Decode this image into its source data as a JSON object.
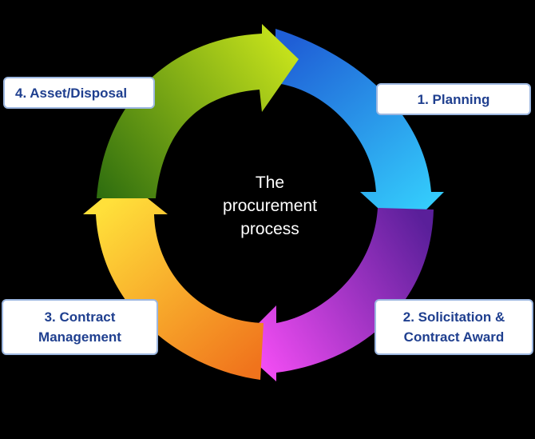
{
  "center": {
    "line1": "The",
    "line2": "procurement",
    "line3": "process"
  },
  "steps": [
    {
      "label": "1. Planning"
    },
    {
      "label_line1": "2. Solicitation &",
      "label_line2": "Contract Award"
    },
    {
      "label_line1": "3. Contract",
      "label_line2": "Management"
    },
    {
      "label": "4. Asset/Disposal"
    }
  ],
  "colors": {
    "planning": [
      "#1f5fd6",
      "#36d6ff"
    ],
    "solicitation": [
      "#5a1f9a",
      "#f04cf2"
    ],
    "contract": [
      "#f0731c",
      "#ffe03a"
    ],
    "asset": [
      "#2f6e0f",
      "#c3e01b"
    ],
    "label_text": "#1f3f8f",
    "label_border": "#9db7e0"
  }
}
